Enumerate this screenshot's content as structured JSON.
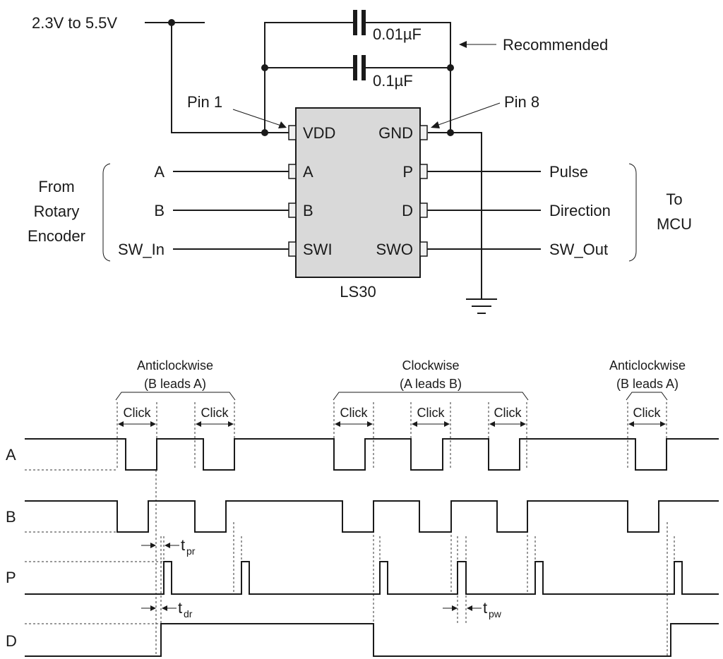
{
  "supply": {
    "label": "2.3V to 5.5V"
  },
  "capacitors": {
    "c1": "0.01µF",
    "c2": "0.1µF",
    "note": "Recommended"
  },
  "pins": {
    "pin1": "Pin 1",
    "pin8": "Pin 8"
  },
  "chip": {
    "name": "LS30",
    "left": [
      "VDD",
      "A",
      "B",
      "SWI"
    ],
    "right": [
      "GND",
      "P",
      "D",
      "SWO"
    ]
  },
  "inputs": {
    "a": "A",
    "b": "B",
    "sw": "SW_In",
    "source": [
      "From",
      "Rotary",
      "Encoder"
    ]
  },
  "outputs": {
    "pulse": "Pulse",
    "direction": "Direction",
    "sw": "SW_Out",
    "dest": [
      "To",
      "MCU"
    ]
  },
  "timing": {
    "groups": [
      {
        "line1": "Anticlockwise",
        "line2": "(B leads A)"
      },
      {
        "line1": "Clockwise",
        "line2": "(A leads B)"
      },
      {
        "line1": "Anticlockwise",
        "line2": "(B leads A)"
      }
    ],
    "click": "Click",
    "signals": [
      "A",
      "B",
      "P",
      "D"
    ],
    "params": {
      "tpr": {
        "t": "t",
        "s": "pr"
      },
      "tdr": {
        "t": "t",
        "s": "dr"
      },
      "tpw": {
        "t": "t",
        "s": "pw"
      }
    }
  }
}
